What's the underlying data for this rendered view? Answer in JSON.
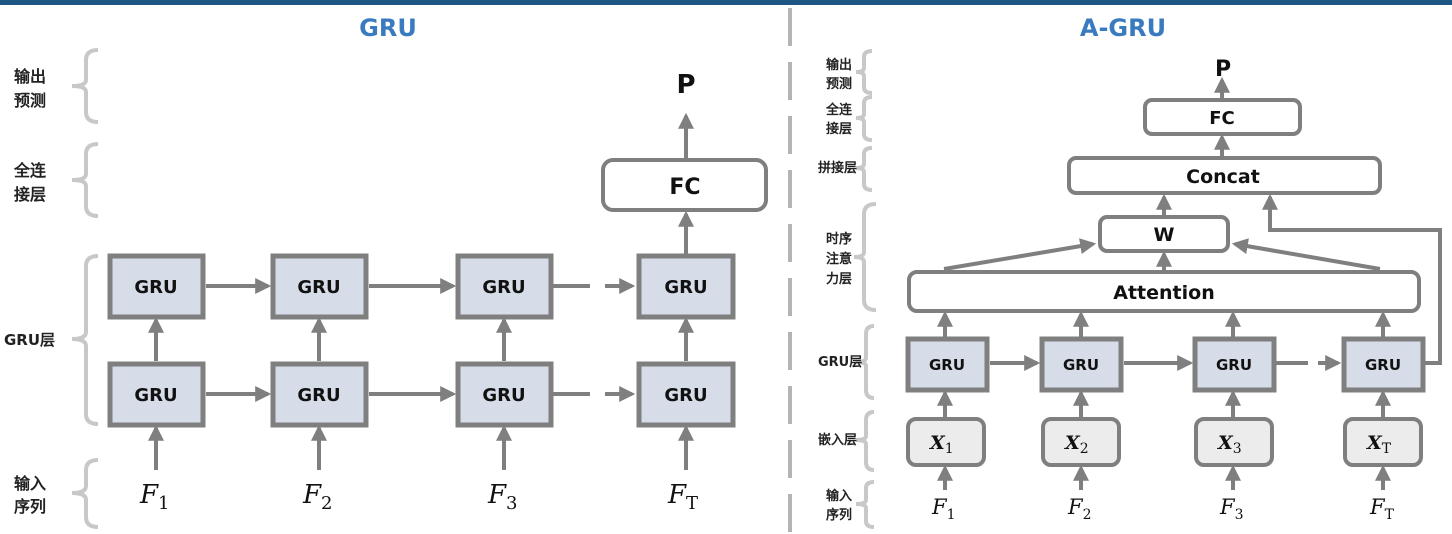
{
  "colors": {
    "top_bar": "#1d5585",
    "title": "#3a7bbf",
    "edge": "#7f7f7f",
    "gru_fill": "#d6dde8",
    "embed_fill": "#ececec",
    "brace": "#c8c8c8",
    "divider": "#b4b4b4"
  },
  "left_panel": {
    "title": "GRU",
    "layer_labels": [
      {
        "id": "output",
        "lines": [
          "输出",
          "预测"
        ]
      },
      {
        "id": "fc",
        "lines": [
          "全连",
          "接层"
        ]
      },
      {
        "id": "gru",
        "lines": [
          "GRU层"
        ]
      },
      {
        "id": "input",
        "lines": [
          "输入",
          "序列"
        ]
      }
    ],
    "output_label": "P",
    "fc_label": "FC",
    "gru_label": "GRU",
    "inputs": [
      {
        "base": "F",
        "sub": "1"
      },
      {
        "base": "F",
        "sub": "2"
      },
      {
        "base": "F",
        "sub": "3"
      },
      {
        "base": "F",
        "sub": "T"
      }
    ]
  },
  "right_panel": {
    "title": "A-GRU",
    "layer_labels": [
      {
        "id": "output",
        "lines": [
          "输出",
          "预测"
        ]
      },
      {
        "id": "fc",
        "lines": [
          "全连",
          "接层"
        ]
      },
      {
        "id": "concat",
        "lines": [
          "拼接层"
        ]
      },
      {
        "id": "attention",
        "lines": [
          "时序",
          "注意",
          "力层"
        ]
      },
      {
        "id": "gru",
        "lines": [
          "GRU层"
        ]
      },
      {
        "id": "embed",
        "lines": [
          "嵌入层"
        ]
      },
      {
        "id": "input",
        "lines": [
          "输入",
          "序列"
        ]
      }
    ],
    "output_label": "P",
    "fc_label": "FC",
    "concat_label": "Concat",
    "w_label": "W",
    "attention_label": "Attention",
    "gru_label": "GRU",
    "embeddings": [
      {
        "base": "X",
        "sub": "1"
      },
      {
        "base": "X",
        "sub": "2"
      },
      {
        "base": "X",
        "sub": "3"
      },
      {
        "base": "X",
        "sub": "T"
      }
    ],
    "inputs": [
      {
        "base": "F",
        "sub": "1"
      },
      {
        "base": "F",
        "sub": "2"
      },
      {
        "base": "F",
        "sub": "3"
      },
      {
        "base": "F",
        "sub": "T"
      }
    ]
  }
}
